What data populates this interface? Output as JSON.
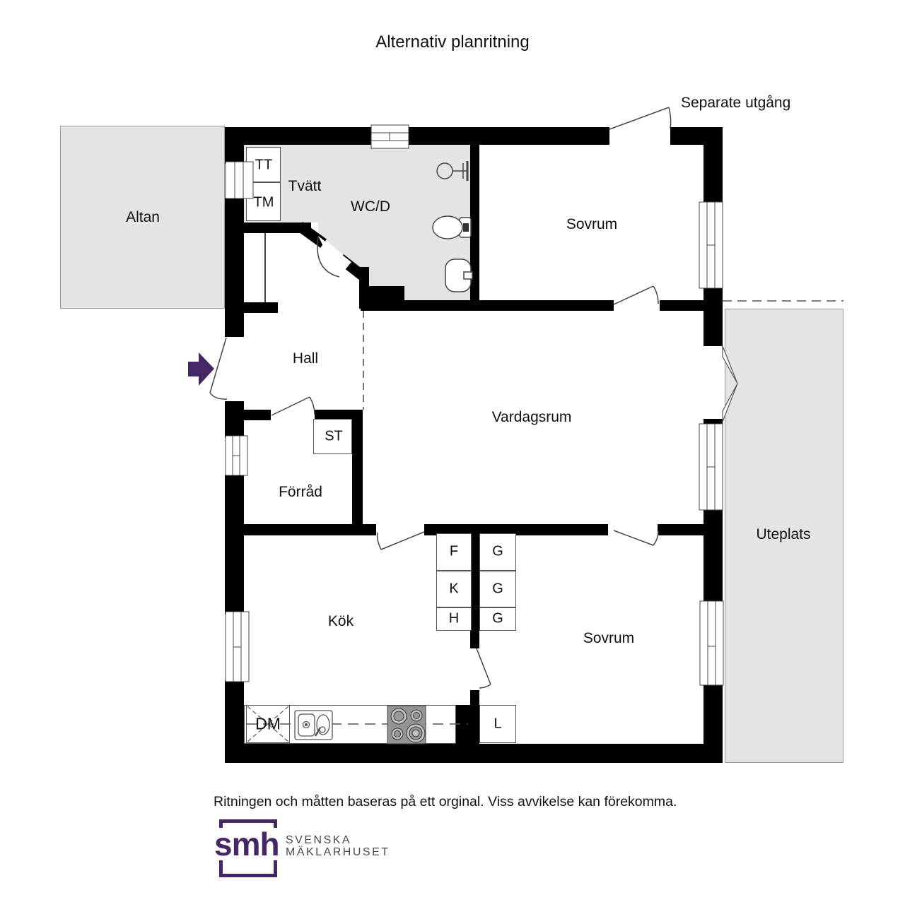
{
  "title": "Alternativ planritning",
  "annotations": {
    "separate_exit": "Separate utgång"
  },
  "rooms": {
    "altan": "Altan",
    "tvatt": "Tvätt",
    "wcd": "WC/D",
    "sovrum_top": "Sovrum",
    "hall": "Hall",
    "vardagsrum": "Vardagsrum",
    "forrad": "Förråd",
    "kok": "Kök",
    "sovrum_bottom": "Sovrum",
    "uteplats": "Uteplats"
  },
  "fixtures": {
    "tt": "TT",
    "tm": "TM",
    "st": "ST",
    "f": "F",
    "k": "K",
    "h": "H",
    "g1": "G",
    "g2": "G",
    "g3": "G",
    "dm": "DM",
    "l": "L"
  },
  "footer": {
    "disclaimer": "Ritningen och måtten baseras på ett orginal. Viss avvikelse kan förekomma."
  },
  "logo": {
    "monogram": "smh",
    "name_line1": "SVENSKA",
    "name_line2": "MÄKLARHUSET"
  },
  "colors": {
    "accent_purple": "#472668",
    "floor_gray": "#e5e4e2",
    "wall_black": "#000000"
  }
}
